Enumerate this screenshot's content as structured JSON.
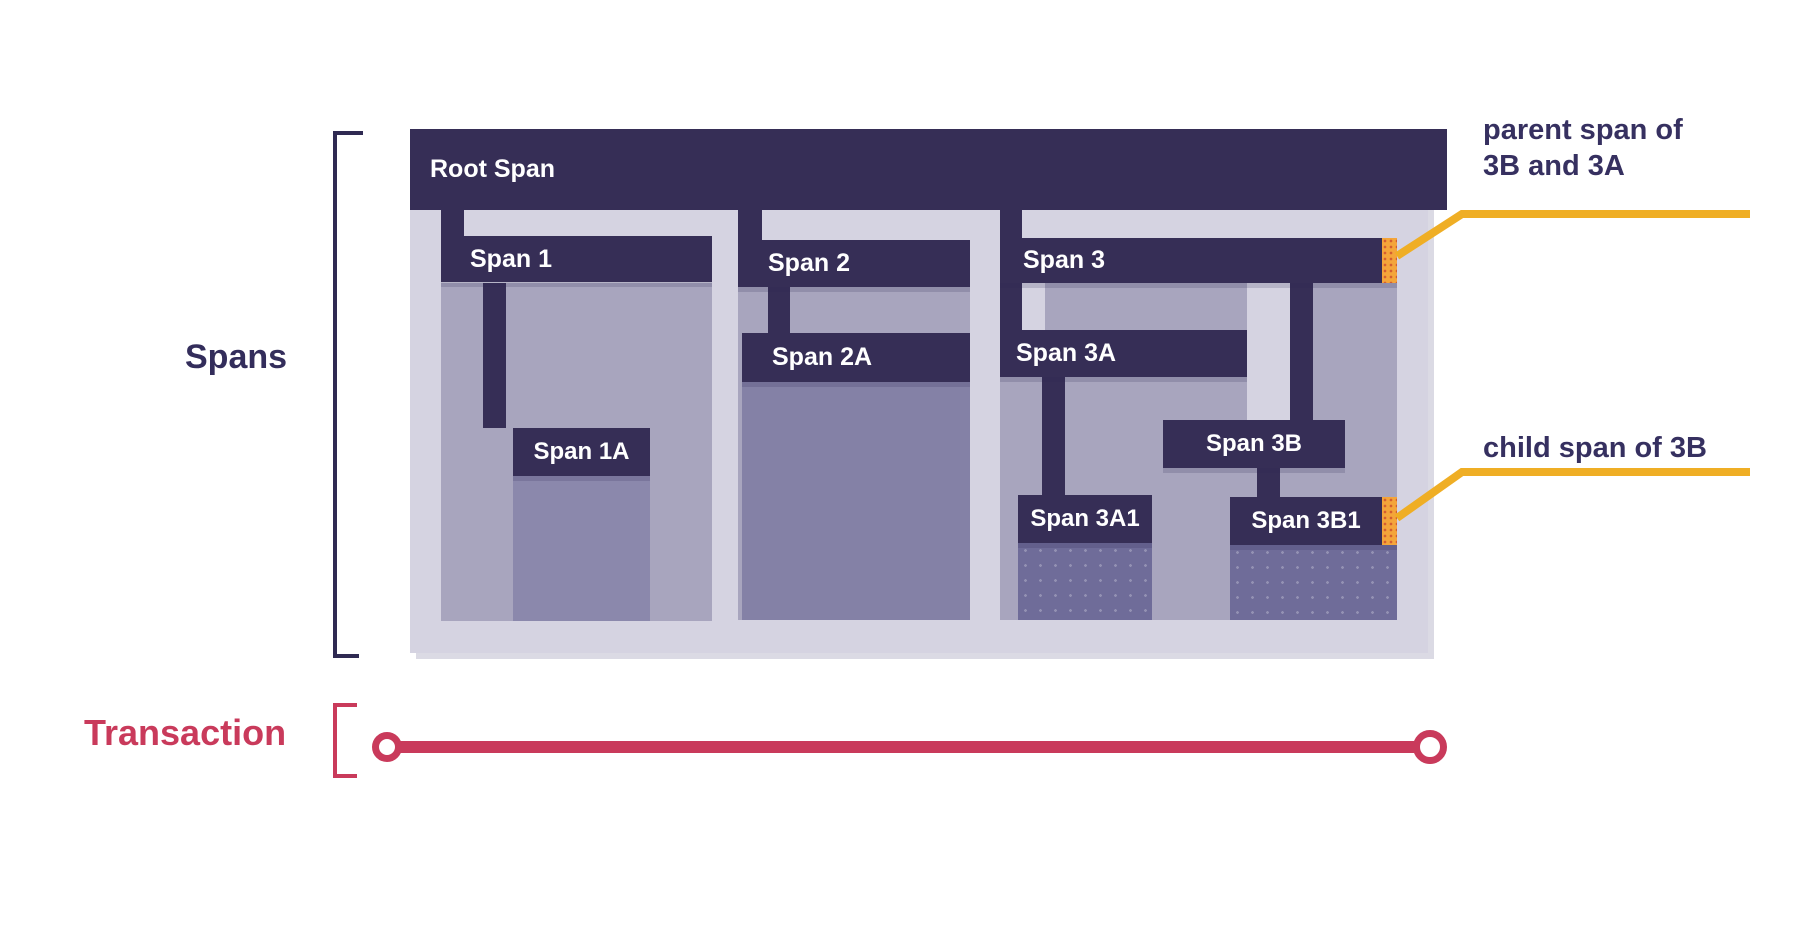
{
  "labels": {
    "spans": "Spans",
    "transaction": "Transaction"
  },
  "tree": {
    "root": "Root Span",
    "span1": "Span 1",
    "span1a": "Span 1A",
    "span2": "Span 2",
    "span2a": "Span 2A",
    "span3": "Span 3",
    "span3a": "Span 3A",
    "span3a1": "Span 3A1",
    "span3b": "Span 3B",
    "span3b1": "Span 3B1"
  },
  "annotations": {
    "parent_line1": "parent span of",
    "parent_line2": "3B and 3A",
    "child": "child span of 3B"
  },
  "colors": {
    "bar_dark_purple": "#362E56",
    "panel_lavender": "#D5D3E1",
    "region_medium": "#A8A5BE",
    "region_span1a": "#8B88AC",
    "region_span2a": "#8481A6",
    "region_dark": "#6F6C99",
    "highlight_orange": "#F4A53A",
    "annotation_yellow": "#EFAE25",
    "transaction_red": "#C93A5B",
    "label_navy": "#332D5B"
  }
}
